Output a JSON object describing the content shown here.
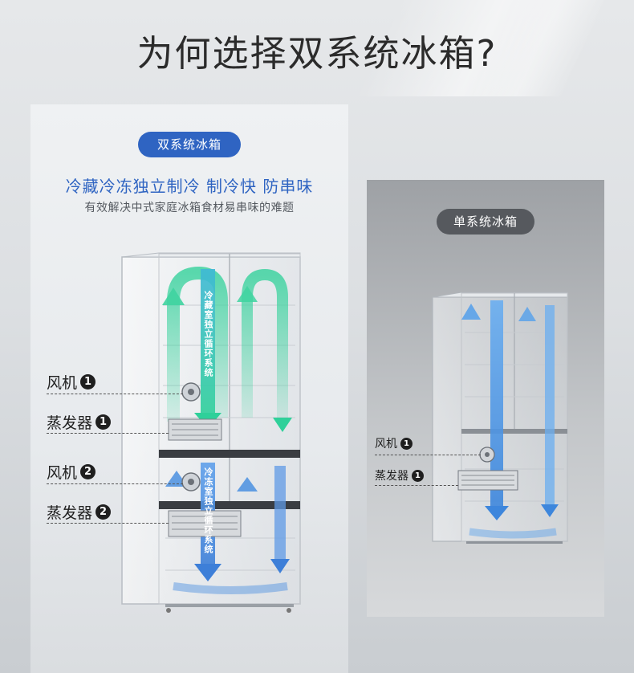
{
  "title": "为何选择双系统冰箱?",
  "dual": {
    "badge": "双系统冰箱",
    "headline": "冷藏冷冻独立制冷  制冷快  防串味",
    "subline": "有效解决中式家庭冰箱食材易串味的难题",
    "fridge_text": "冷藏室独立循环系统",
    "freezer_text": "冷冻室独立循环系统",
    "labels": [
      {
        "text": "风机",
        "num": "1"
      },
      {
        "text": "蒸发器",
        "num": "1"
      },
      {
        "text": "风机",
        "num": "2"
      },
      {
        "text": "蒸发器",
        "num": "2"
      }
    ]
  },
  "single": {
    "badge": "单系统冰箱",
    "labels": [
      {
        "text": "风机",
        "num": "1"
      },
      {
        "text": "蒸发器",
        "num": "1"
      }
    ]
  },
  "colors": {
    "title": "#2b2b2b",
    "accent_blue": "#2f64c2",
    "badge_gray": "#56595e",
    "airflow_green": "#3fd3a0",
    "airflow_blue": "#4a8fe0"
  },
  "icons": [
    "fan-icon",
    "evaporator-icon",
    "airflow-arrow-icon",
    "fridge-illustration"
  ]
}
